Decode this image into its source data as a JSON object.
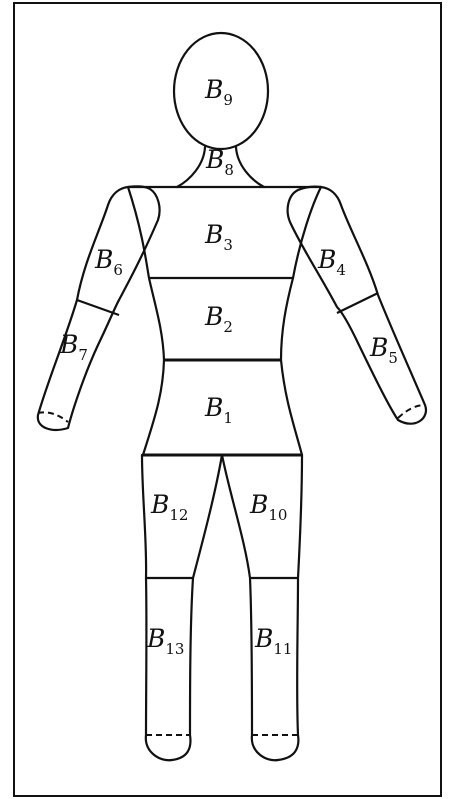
{
  "segments": [
    {
      "id": "b1",
      "letter": "B",
      "sub": "1"
    },
    {
      "id": "b2",
      "letter": "B",
      "sub": "2"
    },
    {
      "id": "b3",
      "letter": "B",
      "sub": "3"
    },
    {
      "id": "b4",
      "letter": "B",
      "sub": "4"
    },
    {
      "id": "b5",
      "letter": "B",
      "sub": "5"
    },
    {
      "id": "b6",
      "letter": "B",
      "sub": "6"
    },
    {
      "id": "b7",
      "letter": "B",
      "sub": "7"
    },
    {
      "id": "b8",
      "letter": "B",
      "sub": "8"
    },
    {
      "id": "b9",
      "letter": "B",
      "sub": "9"
    },
    {
      "id": "b10",
      "letter": "B",
      "sub": "10"
    },
    {
      "id": "b11",
      "letter": "B",
      "sub": "11"
    },
    {
      "id": "b12",
      "letter": "B",
      "sub": "12"
    },
    {
      "id": "b13",
      "letter": "B",
      "sub": "13"
    }
  ]
}
